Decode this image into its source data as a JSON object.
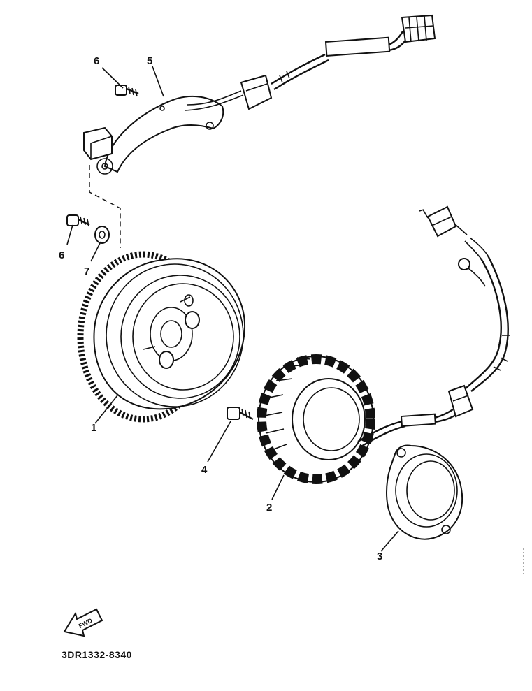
{
  "parts": [
    {
      "id": "flywheel-rotor",
      "number": "1"
    },
    {
      "id": "stator-coil",
      "number": "2"
    },
    {
      "id": "stator-cover-plate",
      "number": "3"
    },
    {
      "id": "stator-bolt",
      "number": "4"
    },
    {
      "id": "pickup-coil-bracket",
      "number": "5"
    },
    {
      "id": "bracket-screw-upper",
      "number": "6"
    },
    {
      "id": "bracket-screw-lower",
      "number": "6"
    },
    {
      "id": "washer",
      "number": "7"
    }
  ],
  "arrow_text": "FWD",
  "drawing_code": "3DR1332-8340",
  "colors": {
    "ink": "#111111",
    "paper": "#ffffff"
  }
}
